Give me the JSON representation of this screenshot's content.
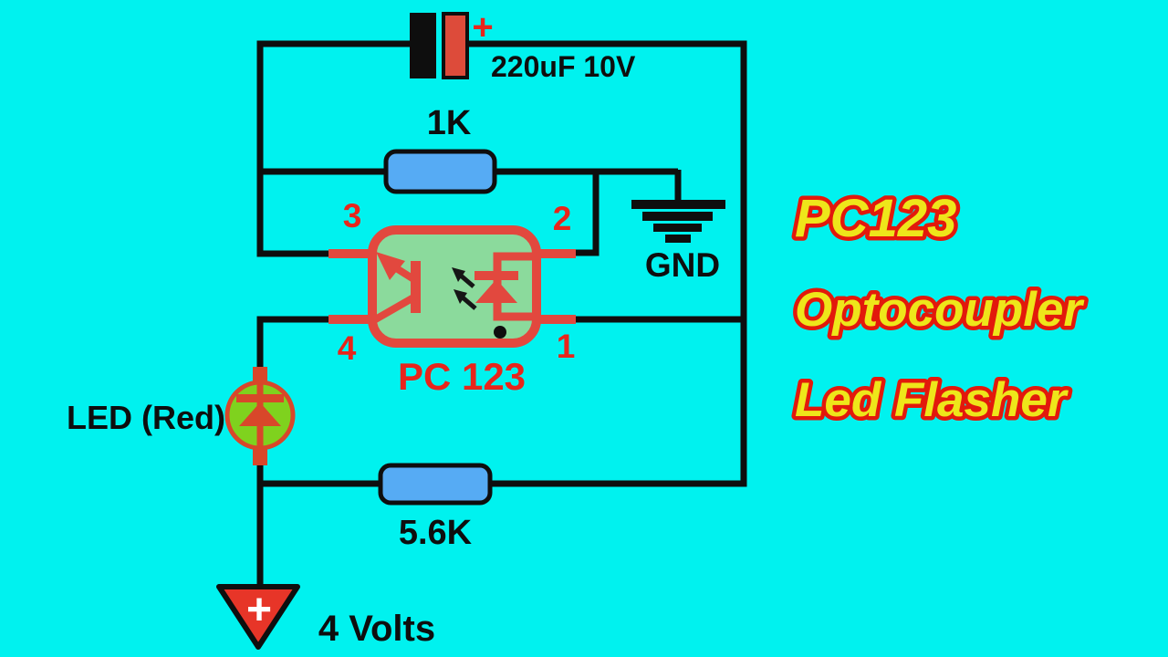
{
  "title": {
    "line1": "PC123",
    "line2": "Optocoupler",
    "line3": "Led Flasher"
  },
  "components": {
    "capacitor": {
      "label": "220uF 10V",
      "polarity": "+"
    },
    "resistor_top": {
      "label": "1K"
    },
    "resistor_bottom": {
      "label": "5.6K"
    },
    "optocoupler": {
      "label": "PC 123",
      "pins": {
        "pin1": "1",
        "pin2": "2",
        "pin3": "3",
        "pin4": "4"
      }
    },
    "led": {
      "label": "LED (Red)"
    },
    "ground": {
      "label": "GND"
    },
    "power": {
      "label": "4 Volts",
      "polarity": "+"
    }
  },
  "colors": {
    "background": "#00F2EF",
    "wire": "#0e0e0e",
    "resistor_fill": "#56ABF4",
    "optocoupler_border": "#E2483E",
    "optocoupler_fill": "#8BDA9C",
    "led_circle_fill": "#7FD21E",
    "led_circle_border": "#D8472A",
    "capacitor_plate_red": "#DD4B3A",
    "power_triangle_red": "#E73528",
    "red_text": "#E8251B",
    "title_fill": "#EEE61A",
    "title_outline": "#E2190C"
  }
}
